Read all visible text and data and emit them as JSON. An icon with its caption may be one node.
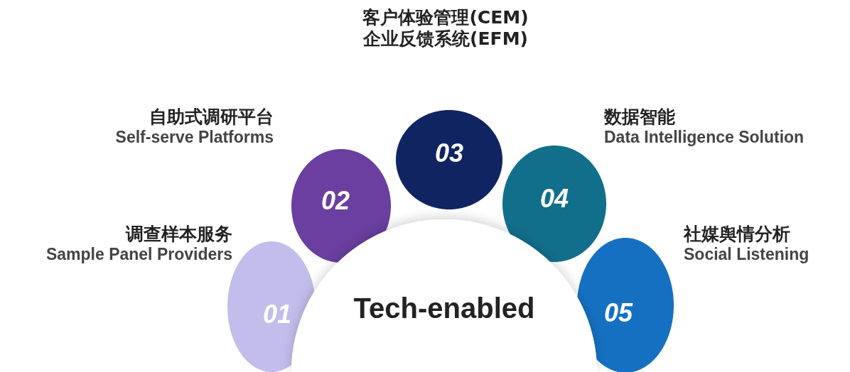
{
  "diagram": {
    "nodes": [
      {
        "text": [
          "Tech-enabled"
        ]
      },
      {
        "text": [
          "01"
        ],
        "beside": [
          "调查样本服务",
          "Sample Panel Providers"
        ]
      },
      {
        "text": [
          "02"
        ],
        "beside": [
          "自助式调研平台",
          "Self-serve Platforms"
        ]
      },
      {
        "text": [
          "03"
        ],
        "beside": [
          "客户体验管理(CEM)",
          "企业反馈系统(EFM)"
        ]
      },
      {
        "text": [
          "04"
        ],
        "beside": [
          "数据智能",
          "Data Intelligence Solution"
        ]
      },
      {
        "text": [
          "05"
        ],
        "beside": [
          "社媒舆情分析",
          "Social Listening"
        ]
      }
    ]
  }
}
